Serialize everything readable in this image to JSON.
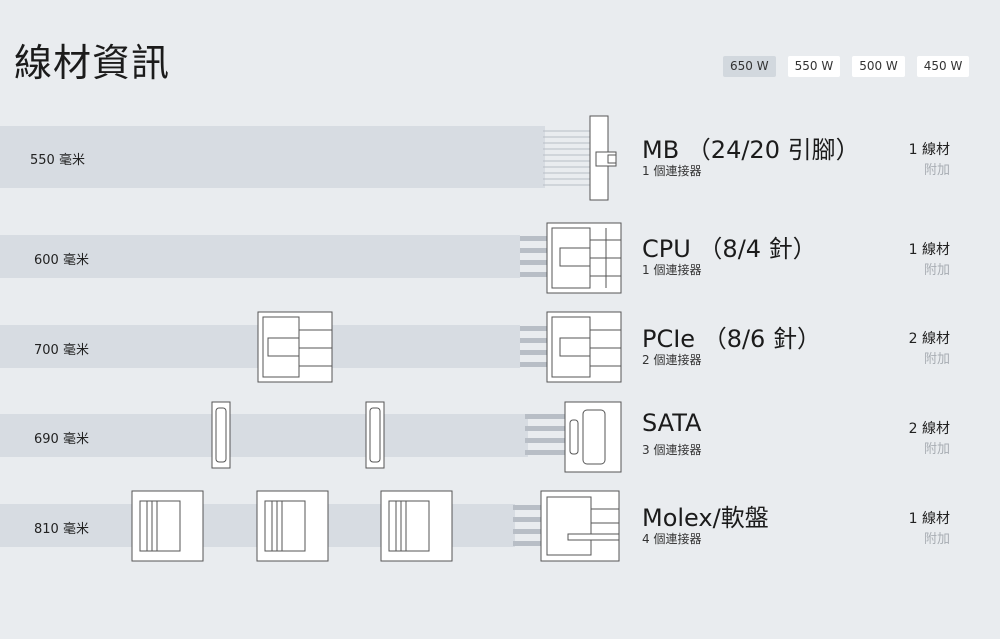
{
  "page": {
    "title": "線材資訊"
  },
  "tabs": [
    {
      "label": "650 W",
      "active": true
    },
    {
      "label": "550 W",
      "active": false
    },
    {
      "label": "500 W",
      "active": false
    },
    {
      "label": "450 W",
      "active": false
    }
  ],
  "rows": [
    {
      "length": "550 毫米",
      "name": "MB （24/20 引腳）",
      "connectors": "1 個連接器",
      "cables": "1 線材",
      "extra": "附加"
    },
    {
      "length": "600 毫米",
      "name": "CPU （8/4 針）",
      "connectors": "1 個連接器",
      "cables": "1 線材",
      "extra": "附加"
    },
    {
      "length": "700 毫米",
      "name": "PCIe （8/6 針）",
      "connectors": "2 個連接器",
      "cables": "2 線材",
      "extra": "附加"
    },
    {
      "length": "690 毫米",
      "name": "SATA",
      "connectors": "3 個連接器",
      "cables": "2 線材",
      "extra": "附加"
    },
    {
      "length": "810 毫米",
      "name": "Molex/軟盤",
      "connectors": "4 個連接器",
      "cables": "1 線材",
      "extra": "附加"
    }
  ],
  "colors": {
    "background": "#e9ecef",
    "band": "#d7dce2",
    "active_tab": "#d2d8de",
    "muted_text": "#a8adb3"
  }
}
